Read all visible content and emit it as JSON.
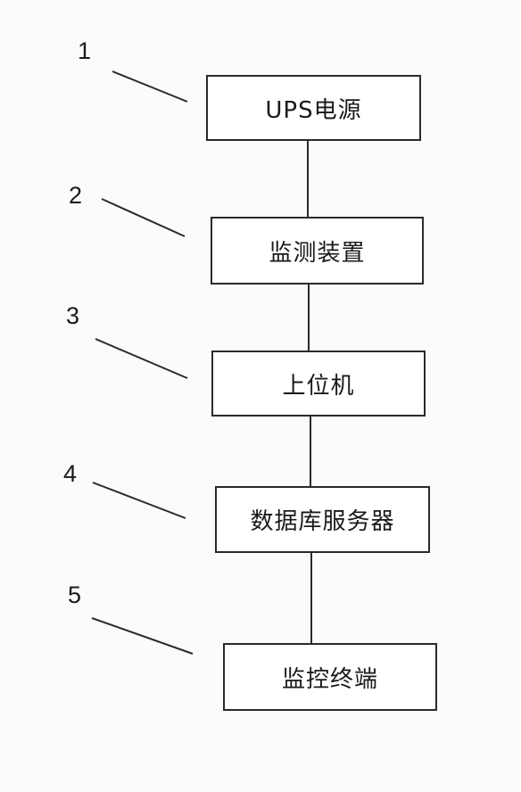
{
  "nodes": [
    {
      "id": "ups",
      "label": "UPS电源",
      "ref": "1"
    },
    {
      "id": "monitor",
      "label": "监测装置",
      "ref": "2"
    },
    {
      "id": "host",
      "label": "上位机",
      "ref": "3"
    },
    {
      "id": "db",
      "label": "数据库服务器",
      "ref": "4"
    },
    {
      "id": "terminal",
      "label": "监控终端",
      "ref": "5"
    }
  ],
  "edges": [
    {
      "from": "ups",
      "to": "monitor"
    },
    {
      "from": "monitor",
      "to": "host"
    },
    {
      "from": "host",
      "to": "db"
    },
    {
      "from": "db",
      "to": "terminal"
    }
  ],
  "colors": {
    "stroke": "#2a2a2a",
    "text": "#1a1a1a",
    "background": "#fbfbfb"
  }
}
